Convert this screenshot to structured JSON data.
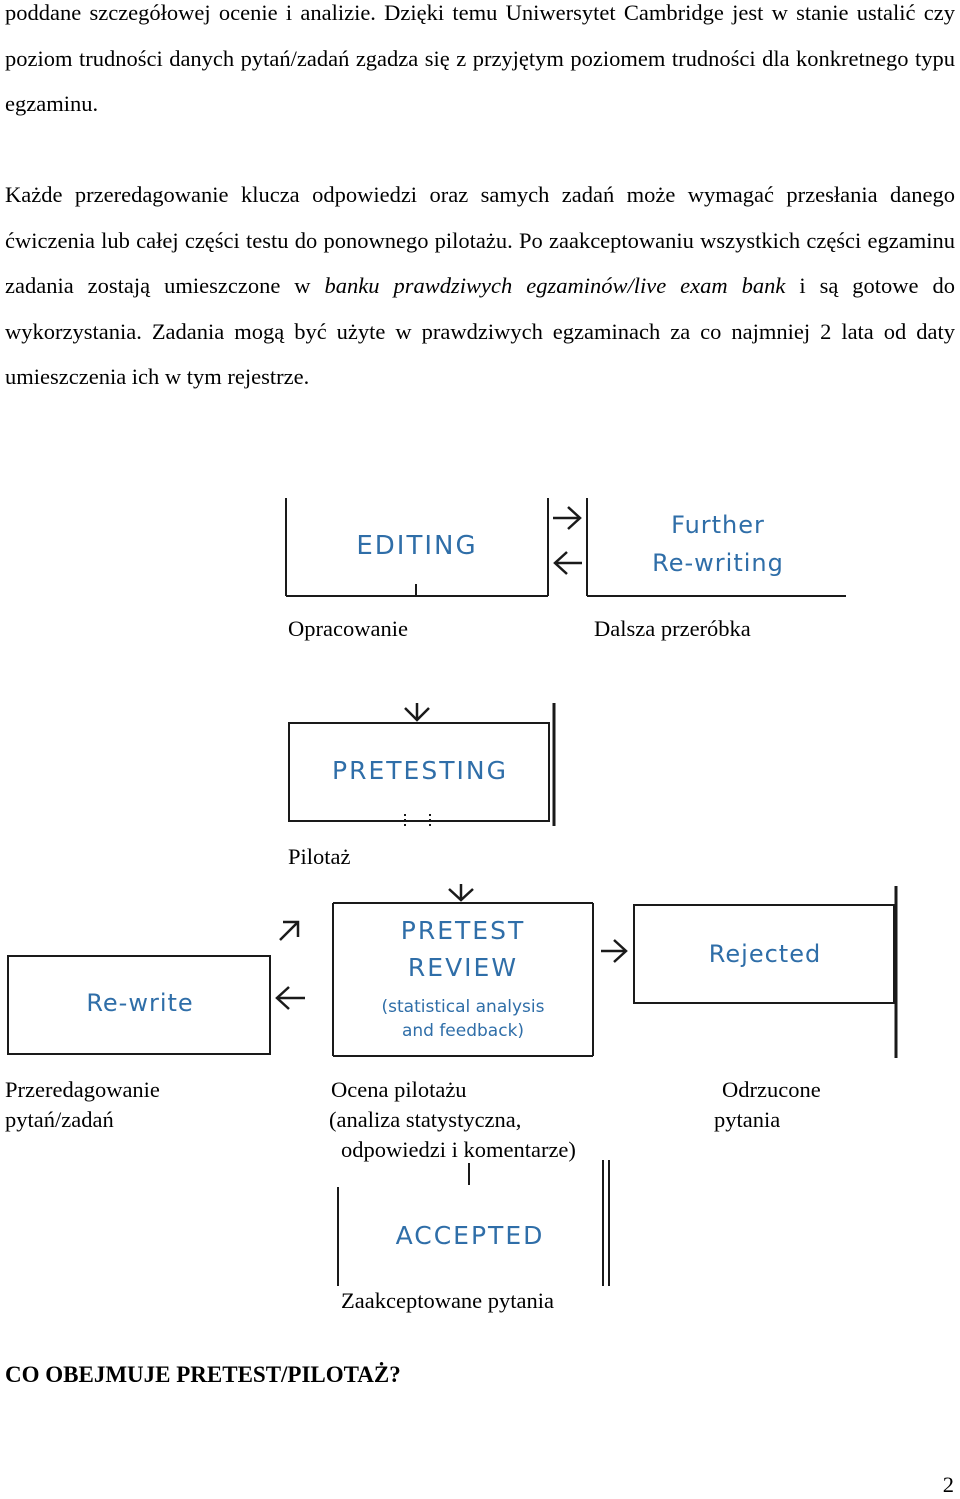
{
  "intro": {
    "line1": "poddane szczegółowej ocenie i analizie. Dzięki temu Uniwersytet Cambridge jest w stanie ustalić czy poziom trudności danych pytań/zadań zgadza się z przyjętym poziomem trudności dla konkretnego typu egzaminu."
  },
  "para2": {
    "part1": "Każde przeredagowanie klucza odpowiedzi oraz samych zadań może wymagać przesłania danego ćwiczenia lub całej części testu do ponownego pilotażu. Po zaakceptowaniu wszystkich części egzaminu zadania zostają umieszczone w ",
    "italic": "banku prawdziwych egzaminów/live exam bank",
    "part2": " i są gotowe do wykorzystania. Zadania mogą być użyte w prawdziwych egzaminach za co najmniej 2 lata od daty umieszczenia ich w tym rejestrze."
  },
  "flow": {
    "editing": "EDITING",
    "further1": "Further",
    "further2": "Re-writing",
    "pretesting": "PRETESTING",
    "pretest1": "PRETEST",
    "pretest2": "REVIEW",
    "pretest3": "(statistical analysis",
    "pretest4": "and feedback)",
    "rejected": "Rejected",
    "rewrite": "Re-write",
    "accepted": "ACCEPTED"
  },
  "captions": {
    "editing": "Opracowanie",
    "further": "Dalsza przeróbka",
    "pretesting": "Pilotaż",
    "rewrite1": "Przeredagowanie",
    "rewrite2": "pytań/zadań",
    "review1": "Ocena pilotażu",
    "review2": "(analiza statystyczna,",
    "review3": "odpowiedzi i komentarze)",
    "rejected1": "Odrzucone",
    "rejected2": "pytania",
    "accepted": "Zaakceptowane pytania"
  },
  "heading": "CO OBEJMUJE PRETEST/PILOTAŻ?",
  "page_number": "2",
  "colors": {
    "flow_text": "#2f6ea8",
    "lines": "#1a1a1a"
  }
}
